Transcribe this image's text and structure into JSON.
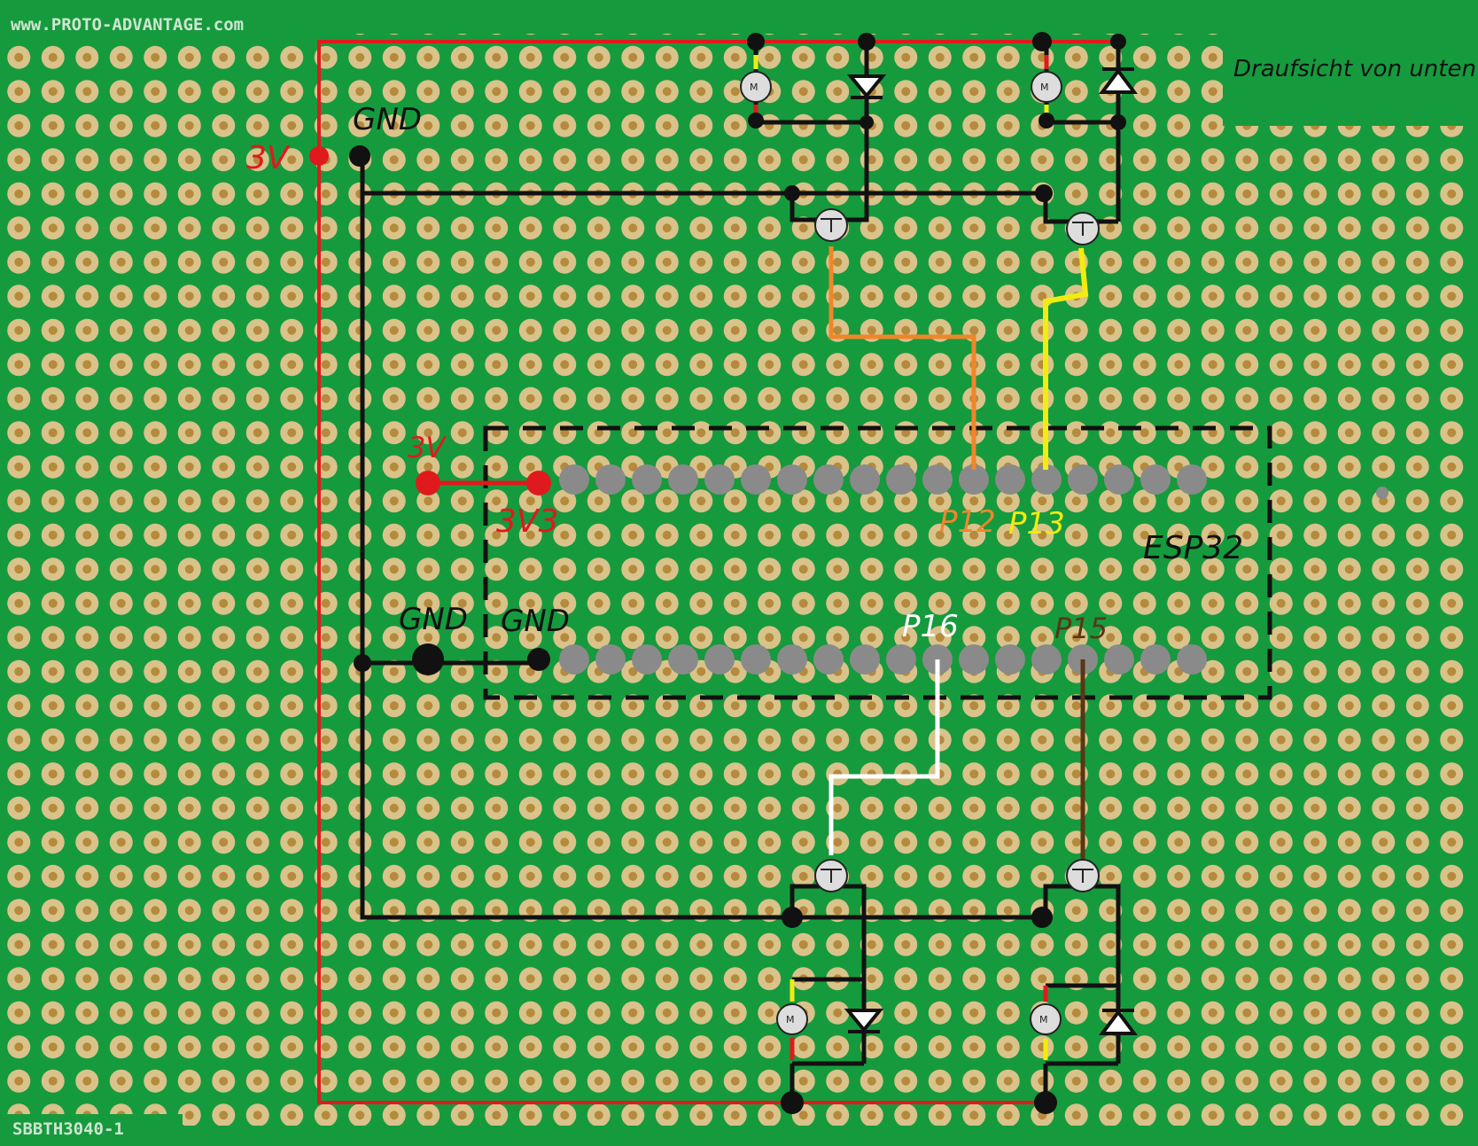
{
  "board": {
    "top_print": "www.PROTO-ADVANTAGE.com",
    "bottom_print": "SBBTH3040-1",
    "note": "Draufsicht von unten",
    "colors": {
      "pcb": "#169a3e",
      "pad": "#d9c38a",
      "hole": "#b58a3c",
      "power": "#e0191d",
      "ground": "#111111",
      "pin": "#8a8a8a",
      "p12": "#f0862a",
      "p13": "#f2ec10",
      "p16": "#ffffff",
      "p15": "#5a3516"
    }
  },
  "labels": {
    "supply_3v": "3V",
    "supply_gnd": "GND",
    "esp_3v": "3V",
    "esp_3v3": "3V3",
    "esp_gnd_left": "GND",
    "esp_gnd_right": "GND",
    "pin_p12": "P12",
    "pin_p13": "P13",
    "pin_p16": "P16",
    "pin_p15": "P15",
    "module": "ESP32"
  },
  "icons": {
    "motor": "motor-icon",
    "diode": "diode-icon",
    "transistor": "transistor-icon",
    "motor_letter": "M"
  }
}
